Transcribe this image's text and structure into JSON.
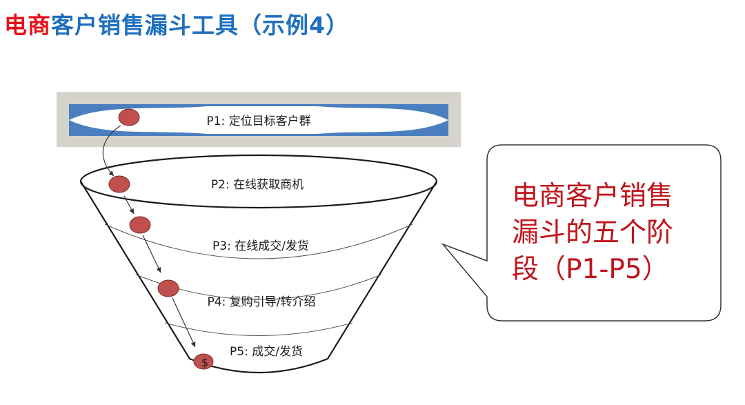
{
  "title": {
    "accent": "电商",
    "rest": "客户销售漏斗工具（示例4）"
  },
  "stages": [
    {
      "id": "P1",
      "label": "P1: 定位目标客户群"
    },
    {
      "id": "P2",
      "label": "P2: 在线获取商机"
    },
    {
      "id": "P3",
      "label": "P3: 在线成交/发货"
    },
    {
      "id": "P4",
      "label": "P4: 复购引导/转介绍"
    },
    {
      "id": "P5",
      "label": "P5: 成交/发货"
    }
  ],
  "dollar_symbol": "$",
  "callout": {
    "line1": "电商客户销售",
    "line2": "漏斗的五个阶",
    "line3": " 段（P1-P5）"
  },
  "colors": {
    "title_accent": "#e8101a",
    "title_main": "#1e6fc0",
    "dot_fill": "#c0504d",
    "banner_blue": "#4a7ebf",
    "banner_frame": "#d6d3cc",
    "callout_text": "#c0141c"
  }
}
